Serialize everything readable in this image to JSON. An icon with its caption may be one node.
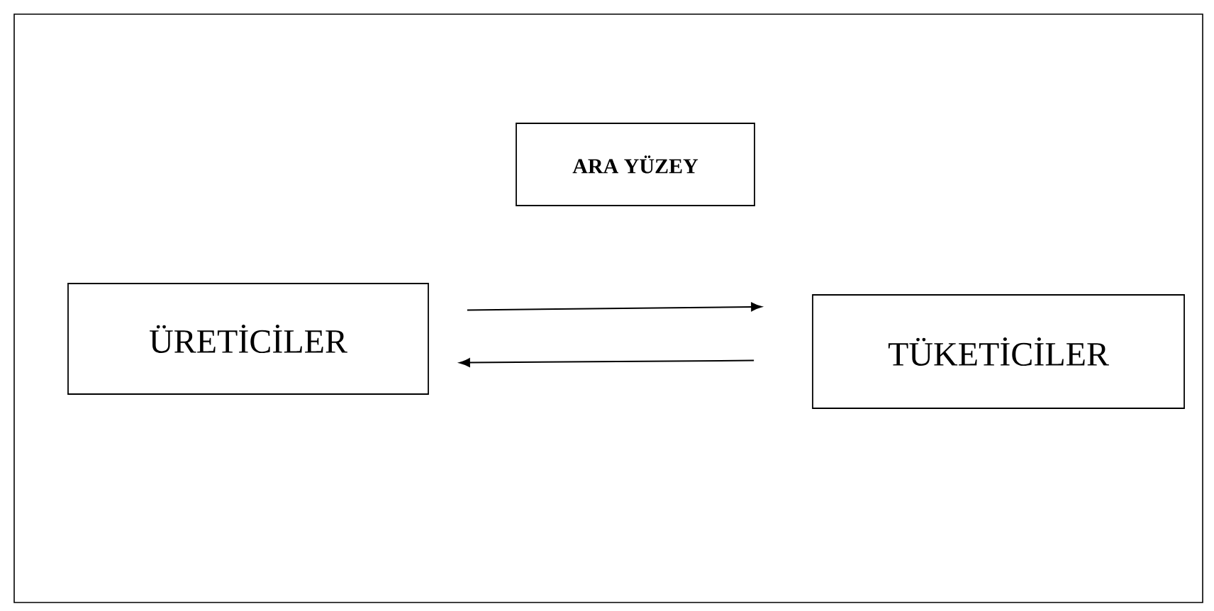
{
  "diagram": {
    "nodes": [
      {
        "text": [
          "ARA YÜZEY"
        ]
      },
      {
        "text": [
          "ÜRETİCİLER"
        ]
      },
      {
        "text": [
          "TÜKETİCİLER"
        ]
      }
    ],
    "edges": [
      {
        "from": 1,
        "to": 2,
        "arrow": "to"
      },
      {
        "from": 2,
        "to": 1,
        "arrow": "to"
      }
    ]
  }
}
